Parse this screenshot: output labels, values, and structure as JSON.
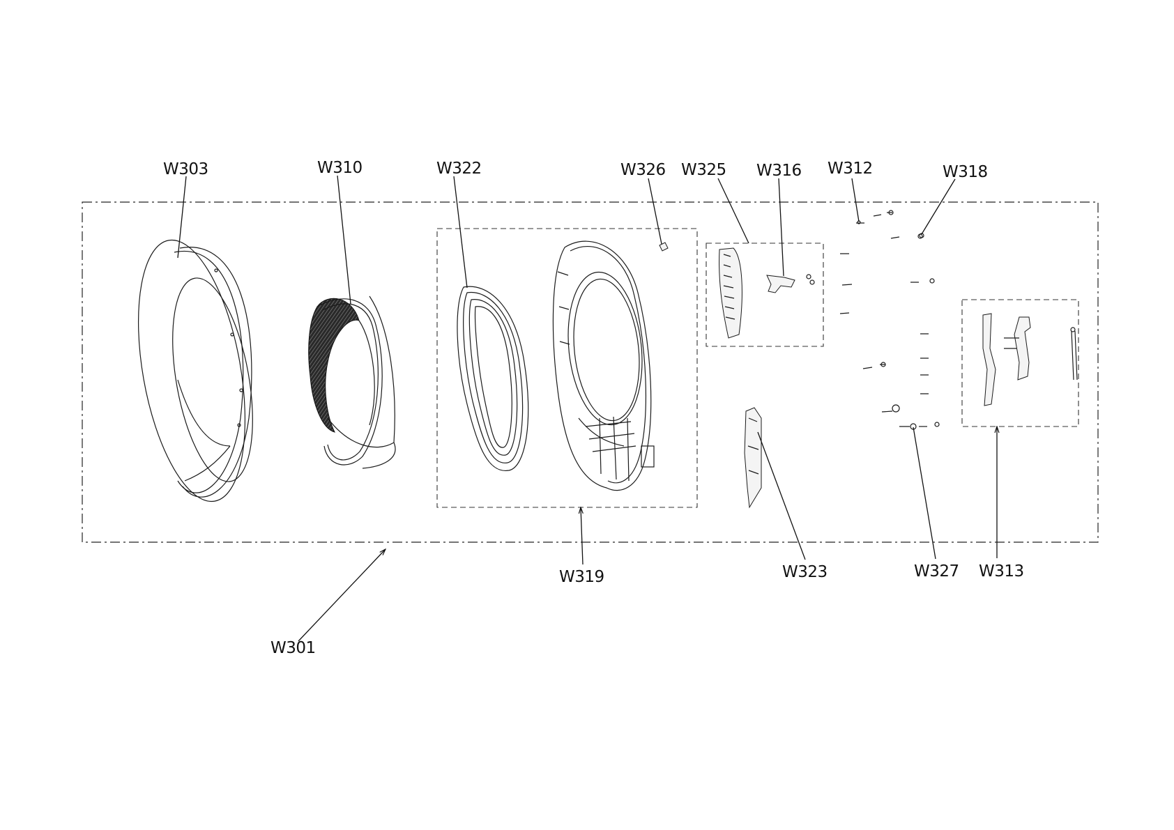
{
  "labels": {
    "w301": "W301",
    "w303": "W303",
    "w310": "W310",
    "w312": "W312",
    "w313": "W313",
    "w316": "W316",
    "w318": "W318",
    "w319": "W319",
    "w322": "W322",
    "w323": "W323",
    "w325": "W325",
    "w326": "W326",
    "w327": "W327"
  }
}
